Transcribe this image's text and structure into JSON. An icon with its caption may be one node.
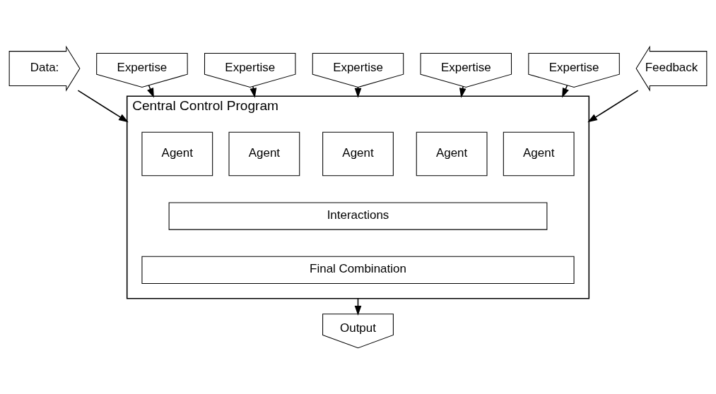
{
  "diagram": {
    "nodes": [
      {
        "text": [
          "Central Control Program"
        ]
      },
      {
        "text": [
          "Expertise"
        ]
      },
      {
        "text": [
          "Expertise"
        ]
      },
      {
        "text": [
          "Expertise"
        ]
      },
      {
        "text": [
          "Expertise"
        ]
      },
      {
        "text": [
          "Expertise"
        ]
      },
      {
        "text": [
          "Data:"
        ]
      },
      {
        "text": [
          "Agent"
        ],
        "in": 0
      },
      {
        "text": [
          "Agent"
        ],
        "in": 0
      },
      {
        "text": [
          "Agent"
        ],
        "in": 0
      },
      {
        "text": [
          "Agent"
        ],
        "in": 0
      },
      {
        "text": [
          "Agent"
        ],
        "in": 0
      },
      {
        "text": [
          "Feedback"
        ]
      },
      {
        "text": [
          "Interactions"
        ],
        "in": 0
      },
      {
        "text": [
          "Final Combination"
        ],
        "in": 0
      },
      {
        "text": [
          "Output"
        ]
      }
    ],
    "edges": [
      {
        "from": 1,
        "to": 0,
        "arrow": "to"
      },
      {
        "from": 2,
        "to": 0,
        "arrow": "to"
      },
      {
        "from": 3,
        "to": 0,
        "arrow": "to"
      },
      {
        "from": 4,
        "to": 0,
        "arrow": "to"
      },
      {
        "from": 5,
        "to": 0,
        "arrow": "to"
      },
      {
        "from": 6,
        "to": 0,
        "arrow": "to"
      },
      {
        "from": 12,
        "to": 0,
        "arrow": "to"
      },
      {
        "from": 0,
        "to": 15,
        "arrow": "to"
      }
    ]
  }
}
